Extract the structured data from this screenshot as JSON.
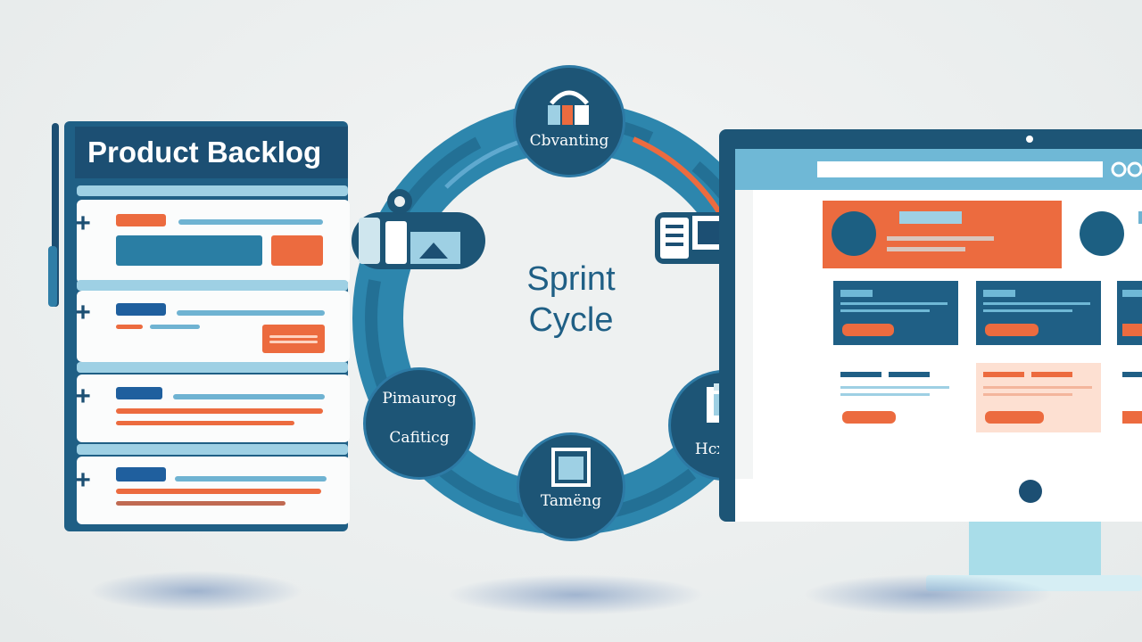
{
  "backlog": {
    "title": "Product Backlog",
    "plus_symbol": "+"
  },
  "cycle": {
    "center_line1": "Sprint",
    "center_line2": "Cycle",
    "nodes": [
      {
        "id": "top",
        "label": "Cbvanting",
        "icon": "toolbox-icon"
      },
      {
        "id": "left-top",
        "label": "",
        "icon": "devices-icon"
      },
      {
        "id": "right-top",
        "label": "",
        "icon": "monitor-card-icon"
      },
      {
        "id": "left-bottom",
        "label_line1": "Pimaurog",
        "label_line2": "Cafiticg",
        "icon": ""
      },
      {
        "id": "bottom",
        "label": "Tamëng",
        "icon": "crate-icon"
      },
      {
        "id": "right-bottom",
        "label": "Hcxlow",
        "icon": "clipboard-icon"
      }
    ]
  },
  "colors": {
    "navy": "#1c4f73",
    "blue": "#2d7aa5",
    "light_blue": "#9ed0e4",
    "orange": "#ec6b3f",
    "white": "#ffffff"
  }
}
